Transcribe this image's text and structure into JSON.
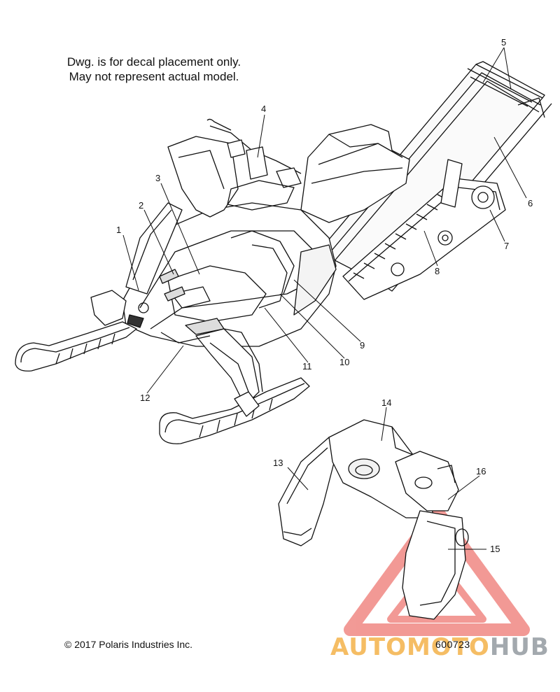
{
  "notes": {
    "line1": "Dwg. is for decal placement only.",
    "line2": "May not represent actual model."
  },
  "callouts": [
    "1",
    "2",
    "3",
    "4",
    "5",
    "6",
    "7",
    "8",
    "9",
    "10",
    "11",
    "12",
    "13",
    "14",
    "15",
    "16"
  ],
  "copyright": "© 2017 Polaris Industries Inc.",
  "drawing_number": "600723",
  "watermark": {
    "part1": "AUTOMOTO",
    "part2": "HUB",
    "color_primary": "#f4b24a",
    "color_secondary": "#9aa0a6",
    "triangle_color": "#e8473f"
  }
}
